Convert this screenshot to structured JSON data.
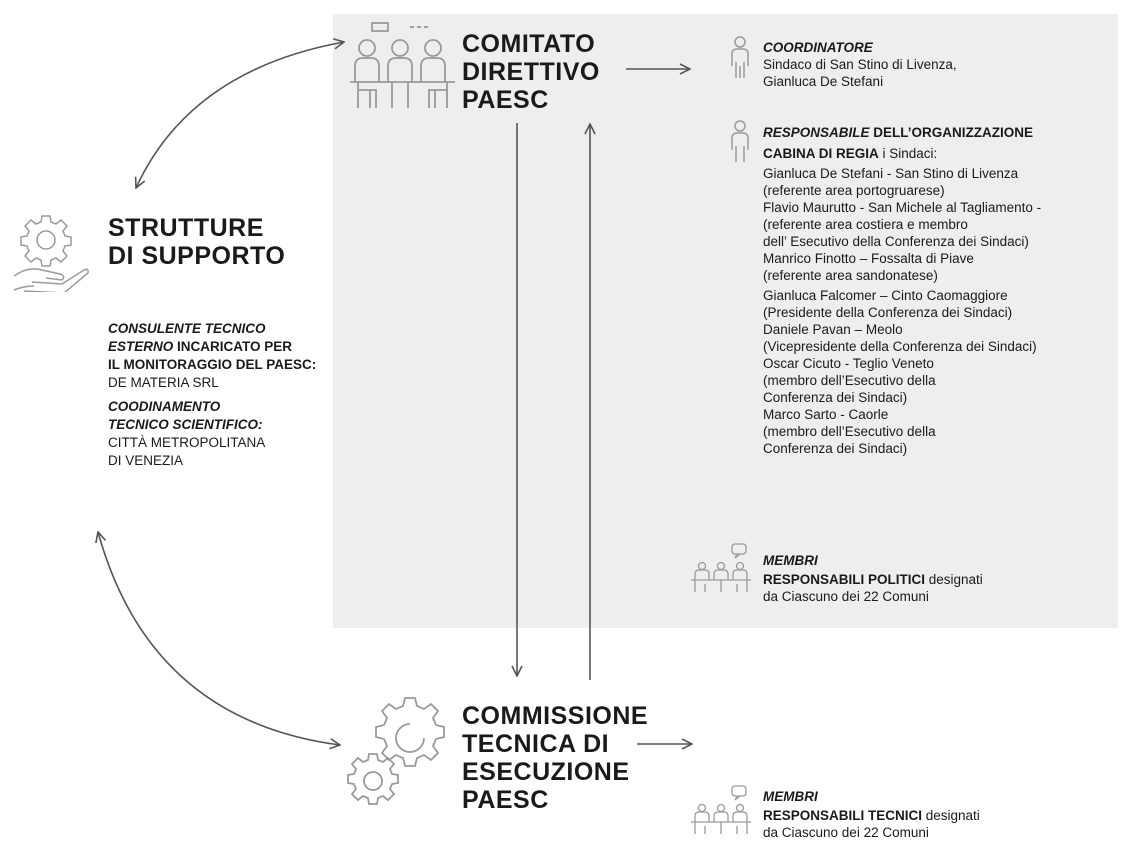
{
  "comitato": {
    "title_lines": [
      "COMITATO",
      "DIRETTIVO",
      "PAESC"
    ],
    "coordinatore_label": "COORDINATORE",
    "coordinatore_text": [
      "Sindaco di San Stino di Livenza,",
      "Gianluca De Stefani"
    ],
    "responsabile_label": "RESPONSABILE",
    "responsabile_suffix": " DELL’ORGANIZZAZIONE",
    "cabina_label": "CABINA DI REGIA",
    "cabina_suffix": " i Sindaci:",
    "sindaci_lines": [
      "Gianluca De Stefani - San Stino di Livenza",
      "(referente area portogruarese)",
      "Flavio Maurutto - San Michele al Tagliamento -",
      "(referente area costiera e membro",
      "dell’ Esecutivo della Conferenza dei Sindaci)",
      "Manrico Finotto – Fossalta di Piave",
      "(referente area sandonatese)",
      "Gianluca Falcomer – Cinto Caomaggiore",
      "(Presidente della Conferenza dei Sindaci)",
      "Daniele Pavan – Meolo",
      "(Vicepresidente della Conferenza dei Sindaci)",
      "Oscar Cicuto - Teglio Veneto",
      "(membro dell’Esecutivo della",
      "Conferenza dei Sindaci)",
      "Marco Sarto - Caorle",
      "(membro dell’Esecutivo della",
      "Conferenza dei Sindaci)"
    ],
    "membri_label": "MEMBRI",
    "membri_bold": "RESPONSABILI POLITICI",
    "membri_rest": " designati",
    "membri_line2": "da Ciascuno dei 22 Comuni"
  },
  "strutture": {
    "title_lines": [
      "STRUTTURE",
      "DI SUPPORTO"
    ],
    "consulente_lines_bi": [
      "CONSULENTE TECNICO",
      "ESTERNO"
    ],
    "consulente_rest": " INCARICATO PER",
    "consulente_line3": "IL MONITORAGGIO DEL PAESC:",
    "consulente_line4": "DE MATERIA SRL",
    "coord_lines_bi": [
      "COODINAMENTO",
      "TECNICO SCIENTIFICO:"
    ],
    "coord_lines": [
      "CITTÀ METROPOLITANA",
      "DI VENEZIA"
    ]
  },
  "commissione": {
    "title_lines": [
      "COMMISSIONE",
      "TECNICA DI",
      "ESECUZIONE",
      "PAESC"
    ],
    "membri_label": "MEMBRI",
    "membri_bold": "RESPONSABILI TECNICI",
    "membri_rest": " designati",
    "membri_line2": "da Ciascuno dei 22 Comuni"
  },
  "colors": {
    "panel": "#eeeeee",
    "icon": "#9a9a9a",
    "arrow": "#555555",
    "text": "#1a1a1a"
  },
  "icons": [
    "meeting-icon",
    "person-icon",
    "gear-hand-icon",
    "gears-icon",
    "meeting-small-icon"
  ]
}
